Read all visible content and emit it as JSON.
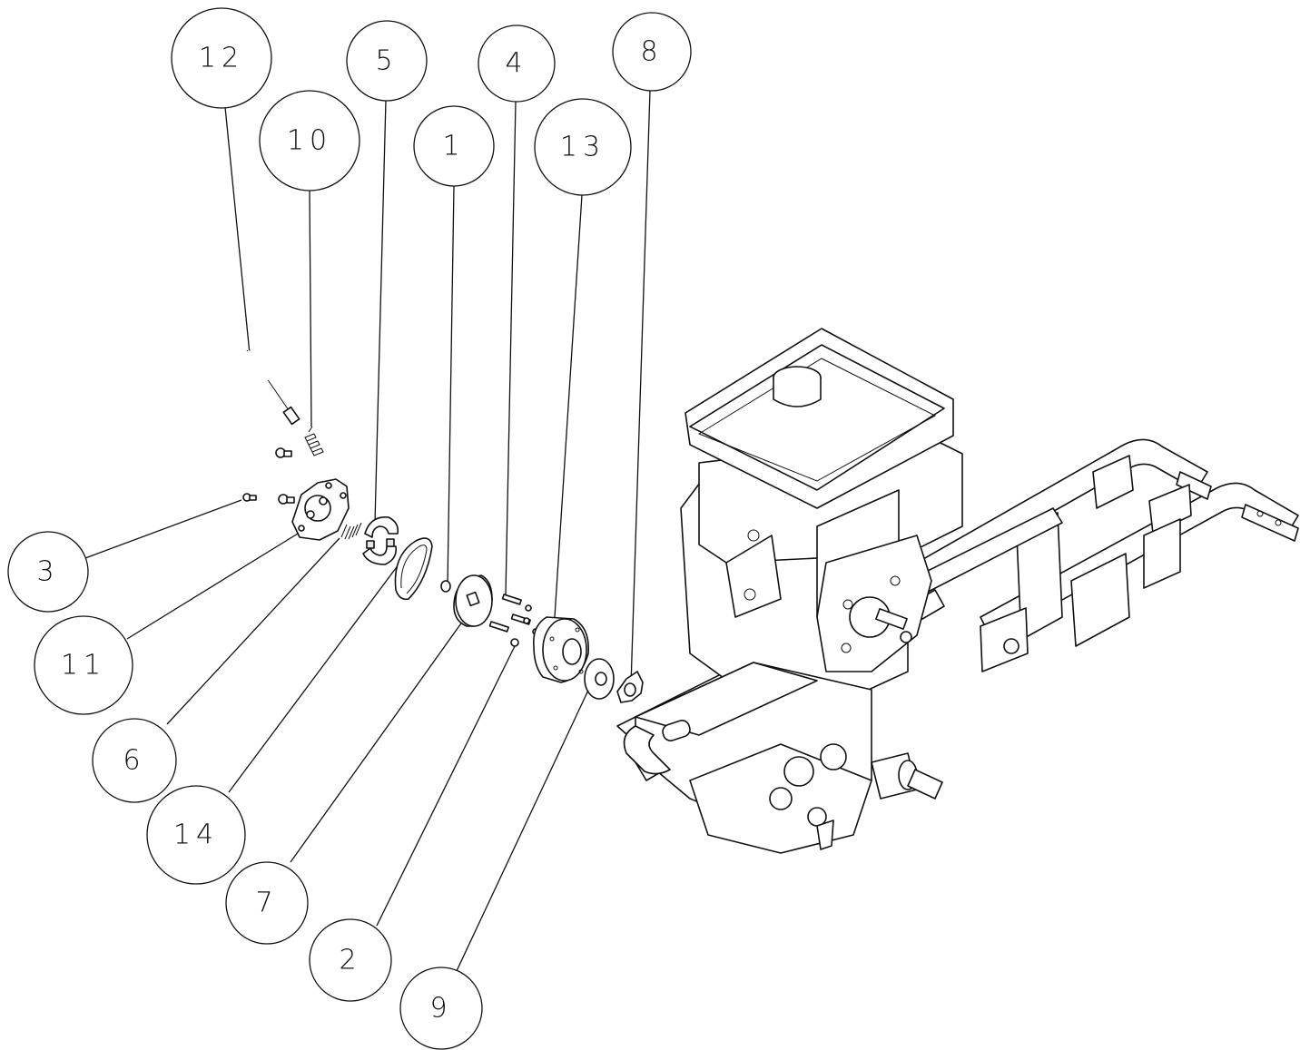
{
  "diagram": {
    "callouts": [
      {
        "id": "12",
        "label": "12"
      },
      {
        "id": "10",
        "label": "10"
      },
      {
        "id": "5",
        "label": "5"
      },
      {
        "id": "1",
        "label": "1"
      },
      {
        "id": "4",
        "label": "4"
      },
      {
        "id": "13",
        "label": "13"
      },
      {
        "id": "8",
        "label": "8"
      },
      {
        "id": "3",
        "label": "3"
      },
      {
        "id": "11",
        "label": "11"
      },
      {
        "id": "6",
        "label": "6"
      },
      {
        "id": "14",
        "label": "14"
      },
      {
        "id": "7",
        "label": "7"
      },
      {
        "id": "2",
        "label": "2"
      },
      {
        "id": "9",
        "label": "9"
      }
    ]
  }
}
